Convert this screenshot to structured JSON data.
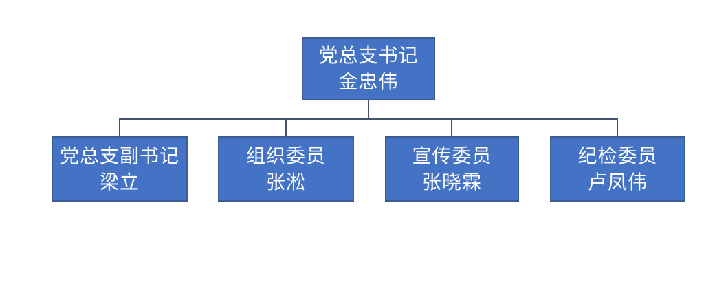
{
  "org_chart": {
    "type": "org-tree",
    "root": {
      "role": "党总支书记",
      "name": "金忠伟"
    },
    "children": [
      {
        "role": "党总支副书记",
        "name": "梁立"
      },
      {
        "role": "组织委员",
        "name": "张淞"
      },
      {
        "role": "宣传委员",
        "name": "张晓霖"
      },
      {
        "role": "纪检委员",
        "name": "卢凤伟"
      }
    ],
    "colors": {
      "background": "#ffffff",
      "box_fill": "#4472c4",
      "box_border": "#3e5c94",
      "box_text": "#ffffff",
      "connector": "#44546a"
    }
  }
}
